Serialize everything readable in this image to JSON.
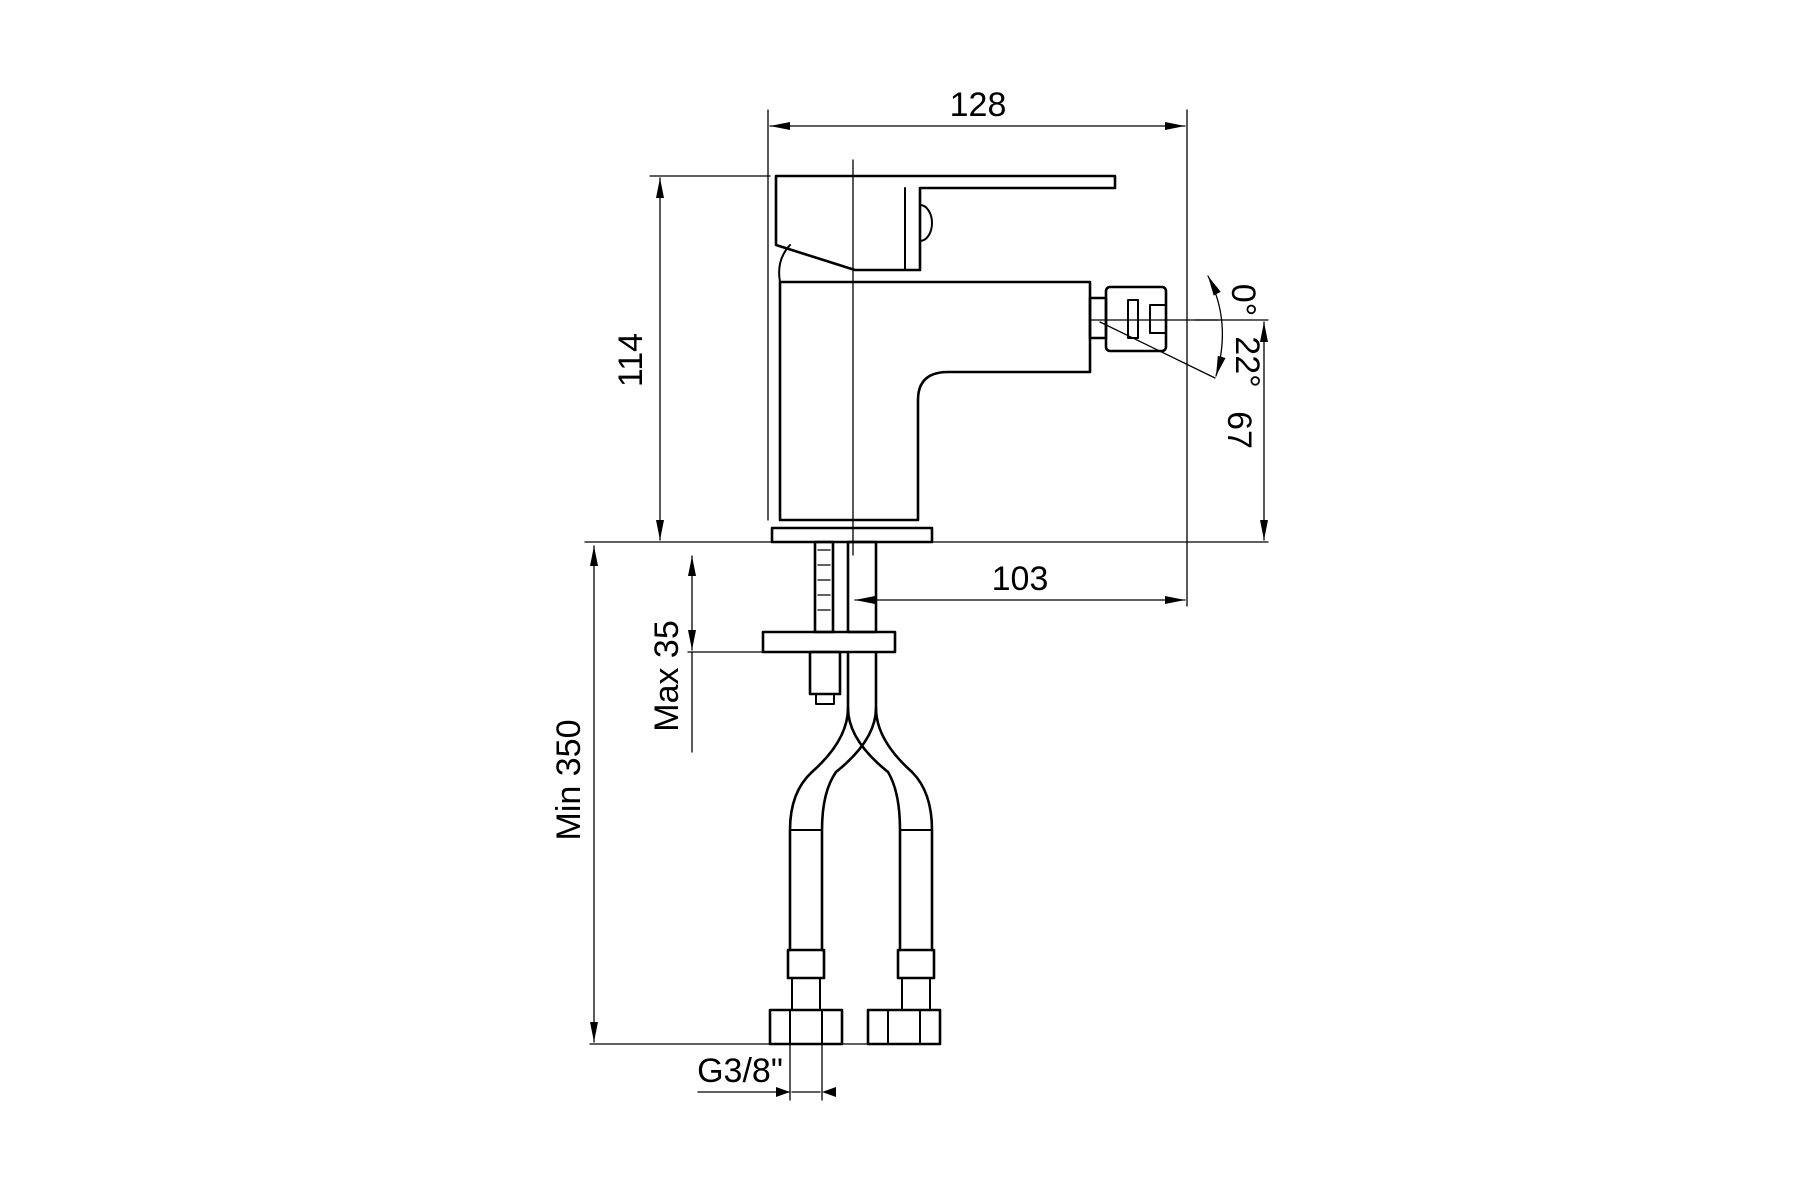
{
  "drawing": {
    "dimensions": {
      "overall_width": "128",
      "overall_height": "114",
      "spout_reach": "103",
      "spout_height": "67",
      "spray_angle_min": "0°",
      "spray_angle_max": "22°",
      "max_deck_thickness": "Max 35",
      "min_hose_length": "Min 350",
      "connection_thread": "G3/8\""
    },
    "colors": {
      "ink": "#000000",
      "background": "#ffffff"
    }
  }
}
